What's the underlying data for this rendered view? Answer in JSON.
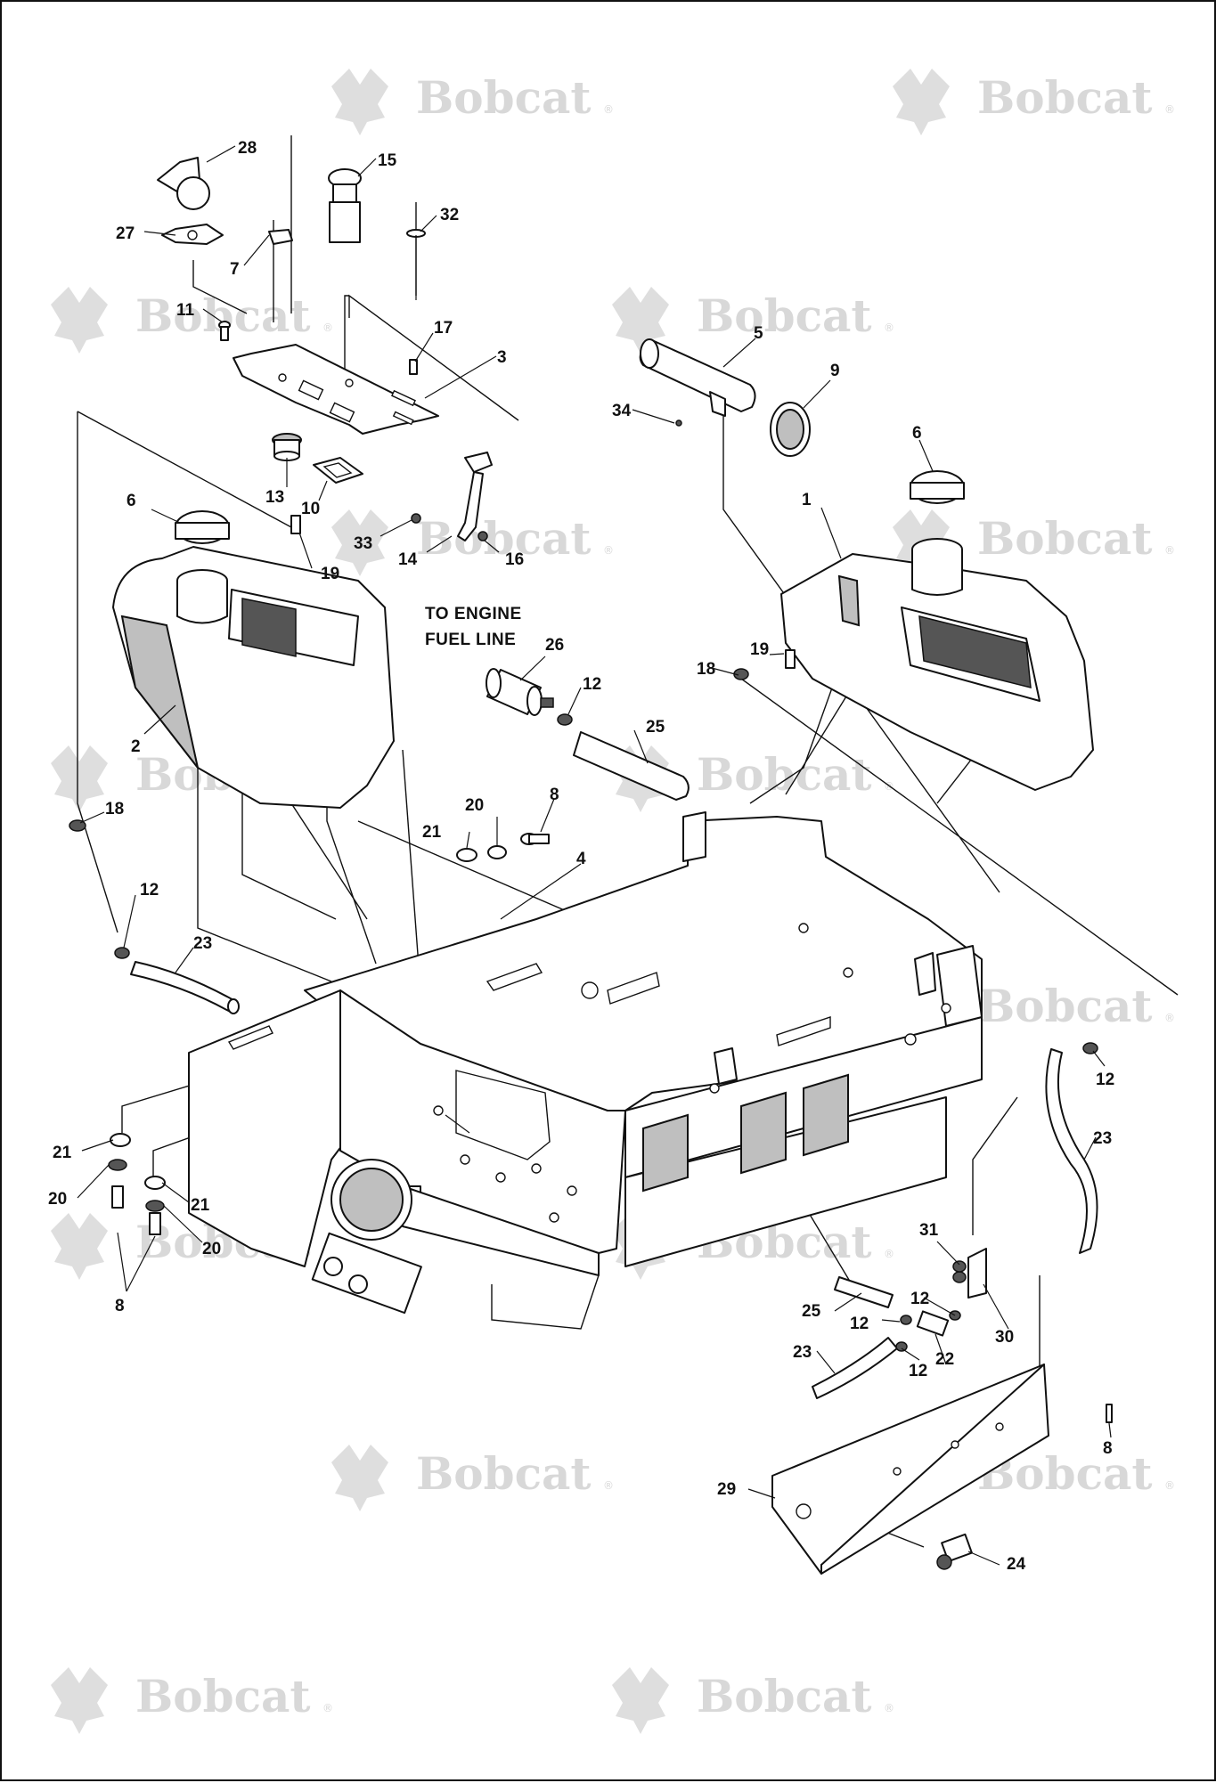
{
  "watermark": {
    "brand": "Bobcat",
    "registered_mark": "®"
  },
  "note": {
    "line1": "TO ENGINE",
    "line2": "FUEL LINE"
  },
  "callouts": {
    "c1": "1",
    "c2": "2",
    "c3": "3",
    "c4": "4",
    "c5": "5",
    "c6": "6",
    "c7": "7",
    "c8": "8",
    "c9": "9",
    "c10": "10",
    "c11": "11",
    "c12": "12",
    "c13": "13",
    "c14": "14",
    "c15": "15",
    "c16": "16",
    "c17": "17",
    "c18": "18",
    "c19": "19",
    "c20": "20",
    "c21": "21",
    "c22": "22",
    "c23": "23",
    "c24": "24",
    "c25": "25",
    "c26": "26",
    "c27": "27",
    "c28": "28",
    "c29": "29",
    "c30": "30",
    "c31": "31",
    "c32": "32",
    "c33": "33",
    "c34": "34"
  }
}
